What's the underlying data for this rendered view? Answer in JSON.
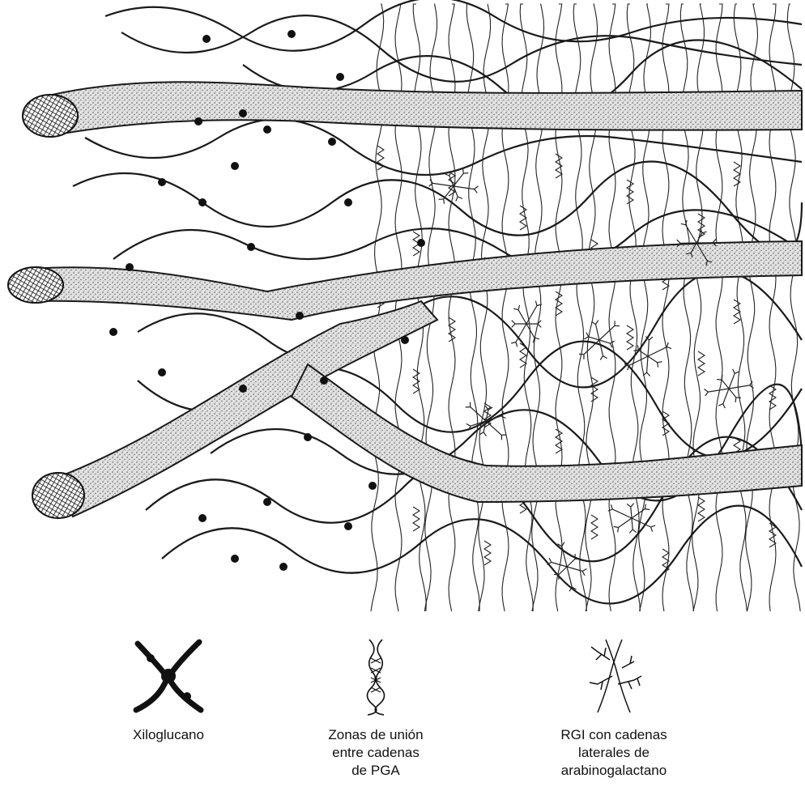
{
  "diagram": {
    "subject": "cell-wall-network",
    "colors": {
      "ink": "#1a1a1a",
      "fiber_fill": "#cfcfcf",
      "background": "#ffffff"
    }
  },
  "legend": {
    "items": [
      {
        "key": "xyloglucan",
        "icon": "crossed-chains-icon",
        "label": "Xiloglucano"
      },
      {
        "key": "pga",
        "icon": "helix-junction-icon",
        "label": "Zonas de unión\nentre cadenas\nde PGA"
      },
      {
        "key": "rgi",
        "icon": "branched-chains-icon",
        "label": "RGI con cadenas\nlaterales de\narabinogalactano"
      }
    ]
  }
}
